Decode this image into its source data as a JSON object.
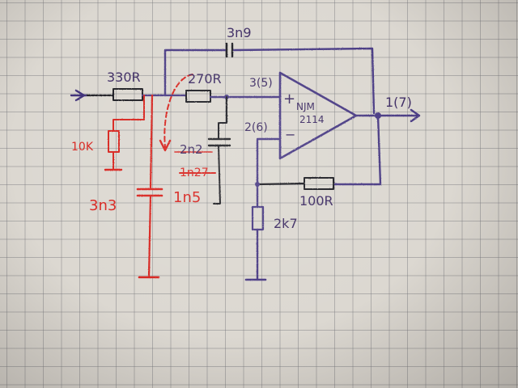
{
  "colors": {
    "purple_ink": "#4a3a84",
    "red_ink": "#d7241e",
    "black_ink": "#1e1e22",
    "paper": "#dcd8d1"
  },
  "labels": {
    "c_feedback": "3n9",
    "r_input": "330R",
    "r_series": "270R",
    "pin_noninv": "3(5)",
    "opamp_name": "NJM",
    "opamp_number": "2114",
    "plus_sign": "+",
    "minus_sign": "−",
    "pin_inv": "2(6)",
    "pin_out": "1(7)",
    "c_shunt_old": "2n2",
    "c_shunt_old_red": "1n27",
    "c_shunt_new": "1n5",
    "r_shunt_red": "10K",
    "c_input_red": "3n3",
    "r_feedback": "100R",
    "r_ground": "2k7"
  }
}
